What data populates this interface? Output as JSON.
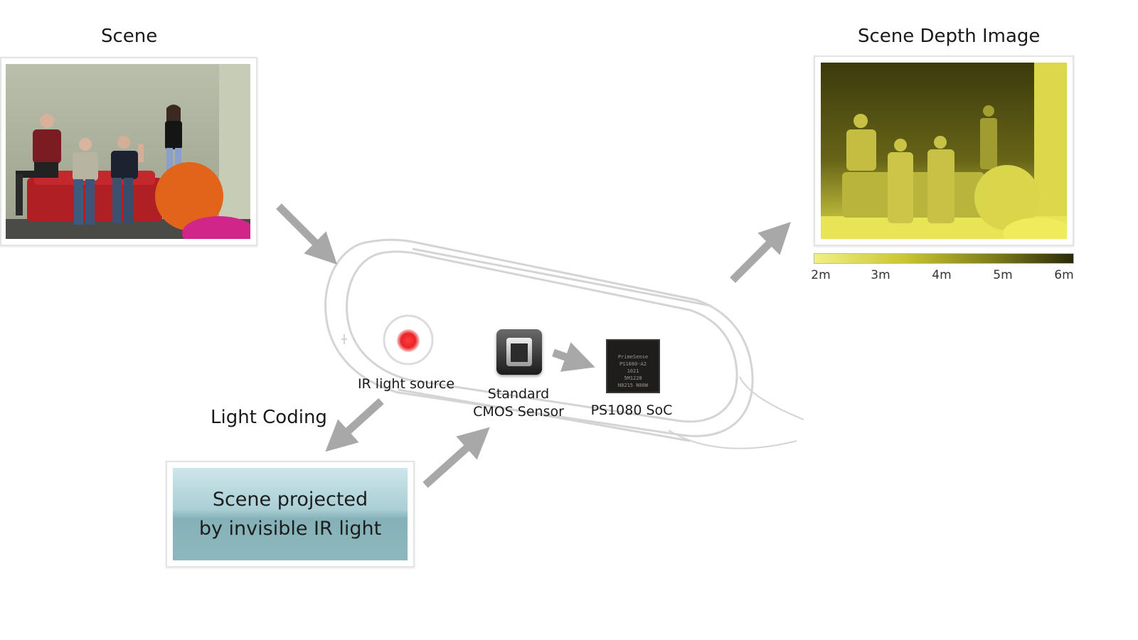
{
  "scene": {
    "title": "Scene"
  },
  "depth": {
    "title": "Scene Depth Image",
    "scale": [
      "2m",
      "3m",
      "4m",
      "5m",
      "6m"
    ],
    "colors": {
      "near": "#e9e84a",
      "far": "#2a2a08"
    }
  },
  "device": {
    "ir_source_label": "IR light source",
    "cmos_label_line1": "Standard",
    "cmos_label_line2": "CMOS Sensor",
    "soc_label": "PS1080 SoC",
    "chip_text": [
      "PrimeSense",
      "PS1080-A2",
      "1021",
      "5M1228",
      "N8215 N00W"
    ]
  },
  "light_coding": {
    "title": "Light Coding",
    "box_line1": "Scene projected",
    "box_line2": "by invisible IR light"
  },
  "colors": {
    "arrow": "#a8a8a8",
    "ir_dot": "#e8242a",
    "box_top": "#c7e2e6",
    "box_bottom": "#7fadb3"
  }
}
